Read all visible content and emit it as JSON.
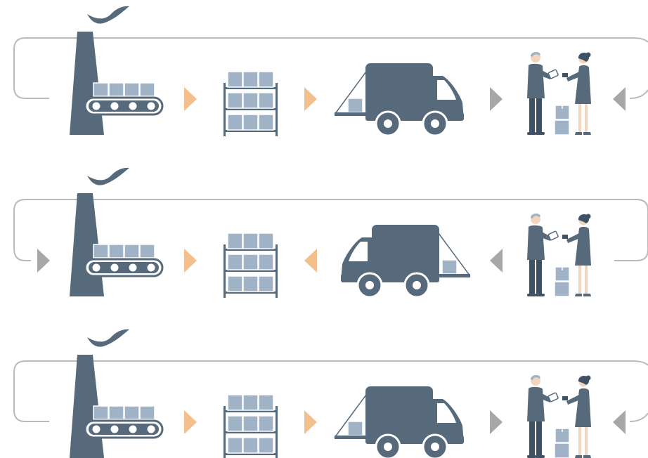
{
  "colors": {
    "slate": "#566a7c",
    "box": "#9fb2c6",
    "box_stroke": "#ffffff",
    "arrow_orange": "#f3bf8c",
    "arrow_gray": "#a6a7a9",
    "loop_line": "#b9babc",
    "pants_dark": "#3f5263",
    "skin": "#f1d6bf"
  },
  "icons": {
    "factory": "factory-icon",
    "shelf": "warehouse-shelf-icon",
    "truck": "delivery-truck-icon",
    "handover": "customer-handover-icon",
    "arrow": "flow-arrow-icon"
  },
  "rows": [
    {
      "id": "row-1",
      "truck_direction": "right",
      "flow_arrows": [
        "right-orange",
        "right-orange",
        "right-gray",
        "left-gray"
      ],
      "loop": "return-to-factory"
    },
    {
      "id": "row-2",
      "truck_direction": "left",
      "flow_arrows": [
        "right-gray",
        "right-orange",
        "left-orange",
        "left-gray"
      ],
      "loop": "return-from-customer"
    },
    {
      "id": "row-3",
      "truck_direction": "right",
      "flow_arrows": [
        "right-orange",
        "right-orange",
        "right-gray",
        "left-gray"
      ],
      "loop": "return-to-factory"
    }
  ]
}
